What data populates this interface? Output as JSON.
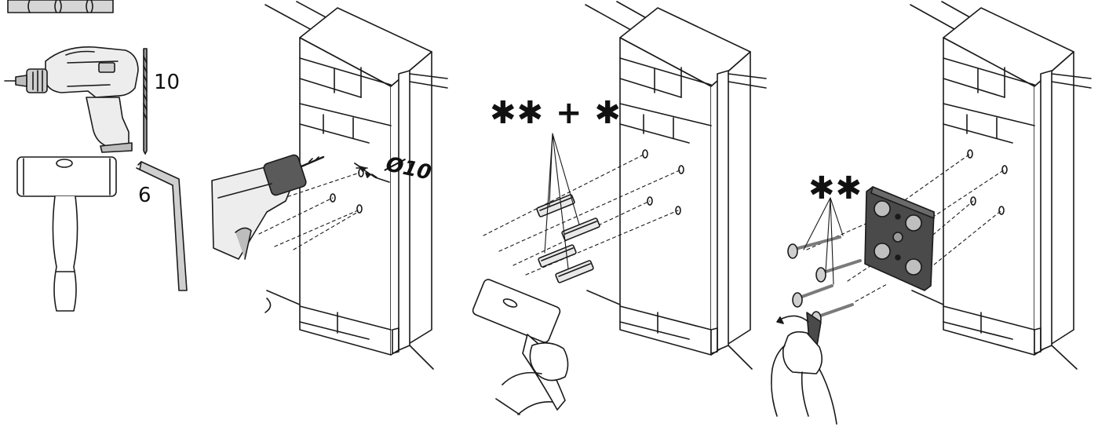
{
  "tools": {
    "drill_bit_size": "10",
    "hex_key_size": "6"
  },
  "step1": {
    "hole_diameter": "Ø10"
  },
  "step2": {
    "parts_marker": "✱✱ + ✱"
  },
  "step3": {
    "parts_marker": "✱✱"
  },
  "colors": {
    "line": "#1a1a1a",
    "part_fill": "#e8e8e8",
    "plate_fill": "#4a4a4a"
  }
}
